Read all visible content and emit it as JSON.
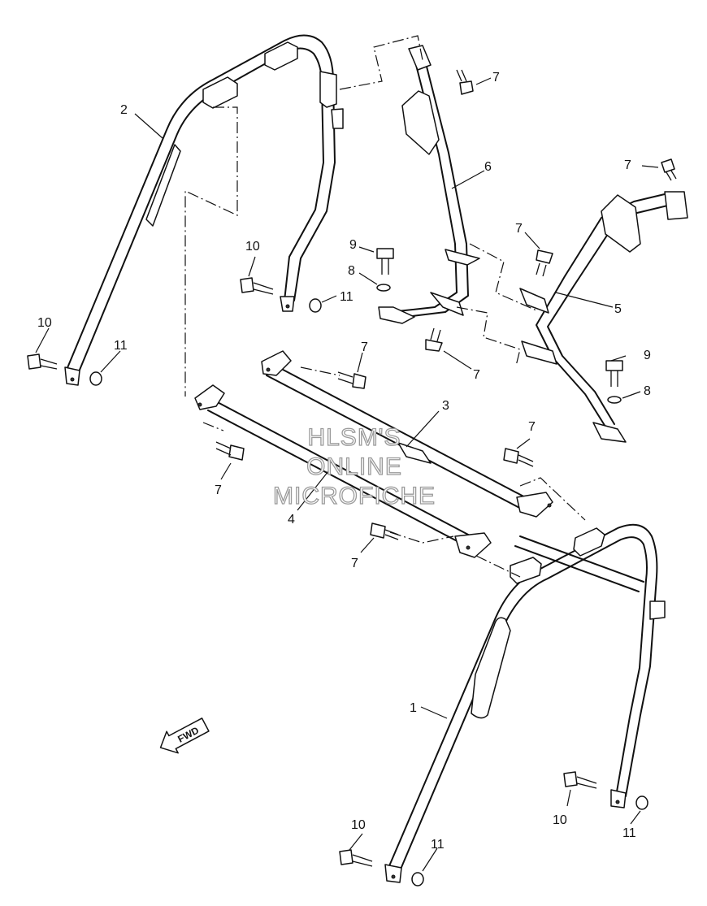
{
  "diagram": {
    "watermark": [
      "HLSM'S",
      "ONLINE",
      "MICROFICHE"
    ],
    "direction_label": "FWD",
    "callouts": {
      "c1": "1",
      "c2": "2",
      "c3": "3",
      "c4": "4",
      "c5": "5",
      "c6": "6",
      "c7a": "7",
      "c7b": "7",
      "c7c": "7",
      "c7d": "7",
      "c7e": "7",
      "c7f": "7",
      "c7g": "7",
      "c7h": "7",
      "c8a": "8",
      "c8b": "8",
      "c9a": "9",
      "c9b": "9",
      "c10a": "10",
      "c10b": "10",
      "c10c": "10",
      "c10d": "10",
      "c11a": "11",
      "c11b": "11",
      "c11c": "11",
      "c11d": "11"
    }
  }
}
